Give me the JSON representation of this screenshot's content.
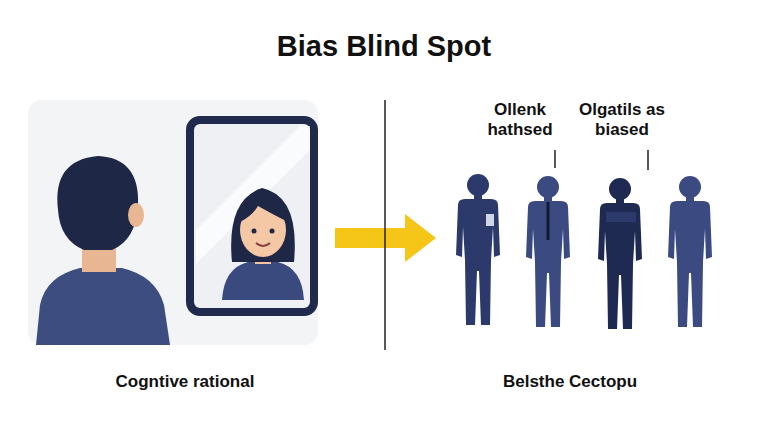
{
  "diagram": {
    "title": "Bias Blind Spot",
    "labels": [
      "Ollenk hathsed",
      "Olgatils as biased",
      "Cogntive rational",
      "Belsthe Cectopu"
    ]
  }
}
